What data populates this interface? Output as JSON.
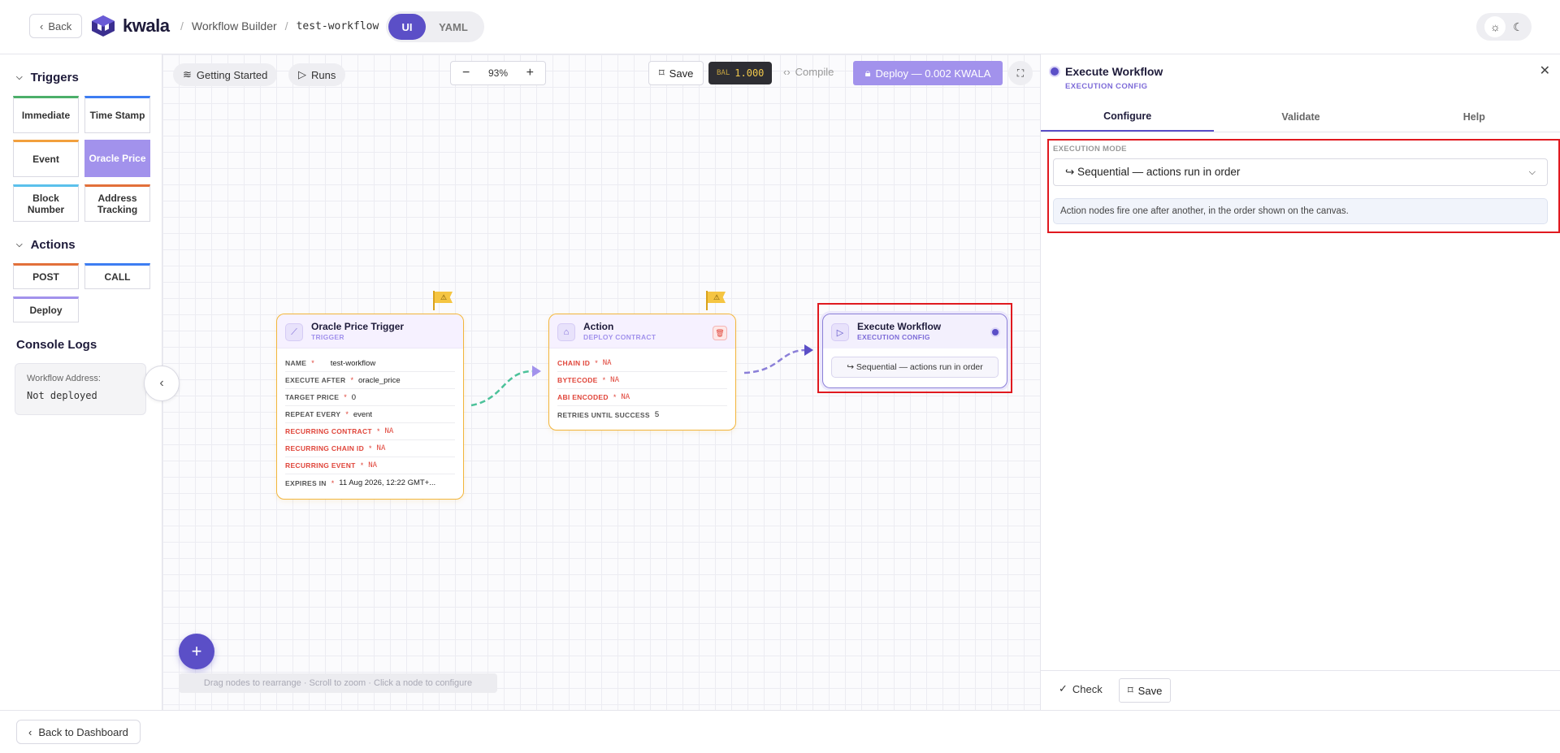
{
  "header": {
    "back_label": "Back",
    "brand": "kwala",
    "breadcrumb_builder": "Workflow Builder",
    "breadcrumb_workflow": "test-workflow",
    "mode_ui": "UI",
    "mode_yaml": "YAML"
  },
  "sidebar": {
    "triggers_heading": "Triggers",
    "triggers": [
      {
        "label": "Immediate",
        "accent": "#4caf6a"
      },
      {
        "label": "Time Stamp",
        "accent": "#3d7df2"
      },
      {
        "label": "Event",
        "accent": "#f2a03d"
      },
      {
        "label": "Oracle Price",
        "accent": "#a292ec",
        "selected": true
      },
      {
        "label": "Block Number",
        "accent": "#5bc0eb"
      },
      {
        "label": "Address Tracking",
        "accent": "#e2703a"
      }
    ],
    "actions_heading": "Actions",
    "actions": [
      {
        "label": "POST",
        "accent": "#e2703a"
      },
      {
        "label": "CALL",
        "accent": "#3d7df2"
      },
      {
        "label": "Deploy",
        "accent": "#a292ec"
      }
    ],
    "console_heading": "Console Logs",
    "console_label": "Workflow Address:",
    "console_value": "Not deployed"
  },
  "toolbar": {
    "getting_started": "Getting Started",
    "runs": "Runs",
    "zoom_value": "93%",
    "save_label": "Save",
    "bal_key": "BAL",
    "bal_value": "1.000",
    "compile_label": "Compile",
    "deploy_label": "Deploy — 0.002 KWALA"
  },
  "nodes": {
    "trigger": {
      "title": "Oracle Price Trigger",
      "subtitle": "TRIGGER",
      "rows": [
        {
          "label": "NAME",
          "value": "test-workflow",
          "error": false
        },
        {
          "label": "EXECUTE AFTER",
          "value": "oracle_price",
          "error": false
        },
        {
          "label": "TARGET PRICE",
          "value": "0",
          "error": false
        },
        {
          "label": "REPEAT EVERY",
          "value": "event",
          "error": false
        },
        {
          "label": "RECURRING CONTRACT",
          "value": "NA",
          "error": true
        },
        {
          "label": "RECURRING CHAIN ID",
          "value": "NA",
          "error": true
        },
        {
          "label": "RECURRING EVENT",
          "value": "NA",
          "error": true
        },
        {
          "label": "EXPIRES IN",
          "value": "11 Aug 2026, 12:22 GMT+...",
          "error": false
        }
      ]
    },
    "action": {
      "title": "Action",
      "subtitle": "DEPLOY CONTRACT",
      "rows": [
        {
          "label": "CHAIN ID",
          "value": "NA",
          "error": true,
          "required": true
        },
        {
          "label": "BYTECODE",
          "value": "NA",
          "error": true,
          "required": true
        },
        {
          "label": "ABI ENCODED",
          "value": "NA",
          "error": true,
          "required": true
        },
        {
          "label": "RETRIES UNTIL SUCCESS",
          "value": "5",
          "error": false,
          "required": false
        }
      ]
    },
    "execute": {
      "title": "Execute Workflow",
      "subtitle": "EXECUTION CONFIG",
      "mode": "↪ Sequential — actions run in order"
    },
    "warning_glyph": "⚠"
  },
  "canvas_hint": "Drag nodes to rearrange · Scroll to zoom · Click a node to configure",
  "panel": {
    "title": "Execute Workflow",
    "subtitle": "EXECUTION CONFIG",
    "tabs": [
      "Configure",
      "Validate",
      "Help"
    ],
    "mode_label": "EXECUTION MODE",
    "mode_value": "↪ Sequential — actions run in order",
    "mode_description": "Action nodes fire one after another, in the order shown on the canvas.",
    "check_label": "Check",
    "save_label": "Save"
  },
  "footer": {
    "back_dashboard": "Back to Dashboard"
  },
  "colors": {
    "accent": "#5b4fc7",
    "accent_light": "#a292ec",
    "warning": "#f5c542",
    "error": "#e0453a",
    "highlight": "#e0191f"
  }
}
